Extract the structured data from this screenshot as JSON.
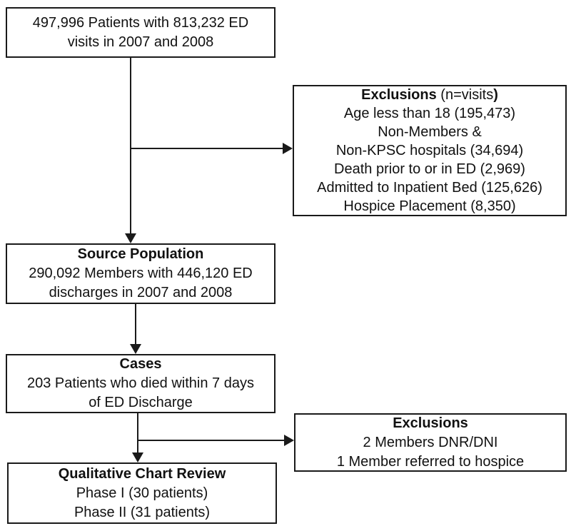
{
  "figure": {
    "type": "patient-flow-diagram",
    "colors": {
      "background": "#ffffff",
      "line": "#1a1a1a",
      "text": "#111111"
    }
  },
  "boxes": {
    "patients": {
      "lines": [
        "497,996 Patients with 813,232 ED",
        "visits in 2007 and 2008"
      ]
    },
    "exclusions_visits": {
      "title": "Exclusions",
      "title_note": " (n=visits",
      "title_note_end": ")",
      "items": [
        "Age less than 18 (195,473)",
        "Non-Members &",
        "Non-KPSC hospitals (34,694)",
        "Death prior to or in ED (2,969)",
        "Admitted to Inpatient Bed (125,626)",
        "Hospice Placement (8,350)"
      ]
    },
    "source_population": {
      "title": "Source Population",
      "lines": [
        "290,092 Members with 446,120 ED",
        "discharges in 2007 and 2008"
      ]
    },
    "cases": {
      "title": "Cases",
      "lines": [
        "203 Patients who died within 7 days",
        "of ED Discharge"
      ]
    },
    "exclusions_cases": {
      "title": "Exclusions",
      "lines": [
        "2 Members DNR/DNI",
        "1 Member referred to hospice"
      ]
    },
    "chart_review": {
      "title": "Qualitative Chart Review",
      "lines": [
        "Phase I (30 patients)",
        "Phase II (31 patients)"
      ]
    }
  }
}
